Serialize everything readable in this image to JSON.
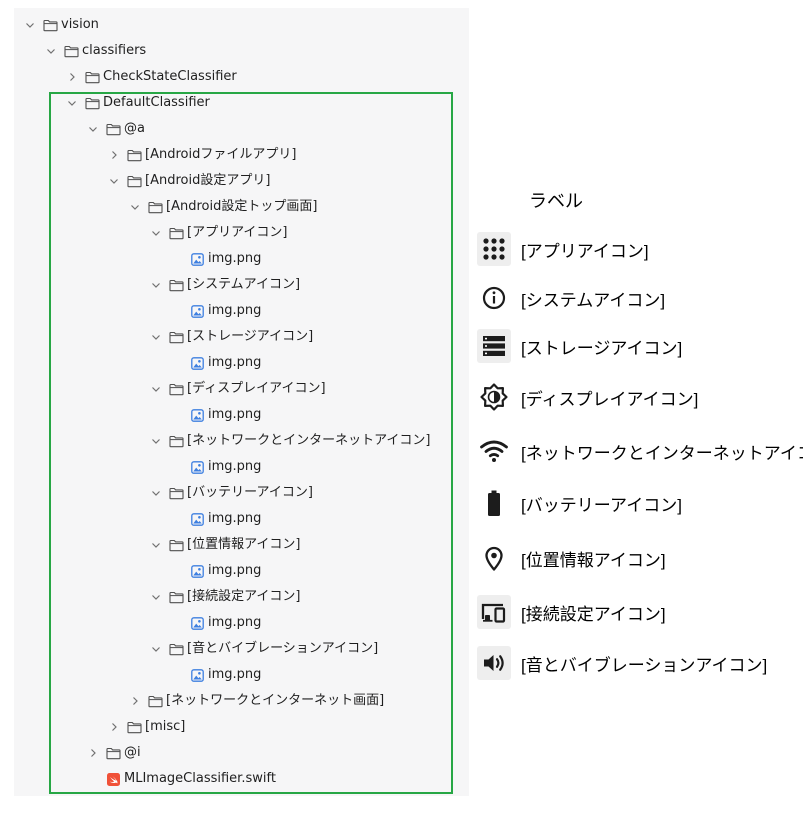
{
  "tree": {
    "rows": [
      {
        "label": "vision",
        "type": "folder",
        "expanded": true
      },
      {
        "label": "classifiers",
        "type": "folder",
        "expanded": true
      },
      {
        "label": "CheckStateClassifier",
        "type": "folder",
        "expanded": false
      },
      {
        "label": "DefaultClassifier",
        "type": "folder",
        "expanded": true
      },
      {
        "label": "@a",
        "type": "folder",
        "expanded": true
      },
      {
        "label": "[Androidファイルアプリ]",
        "type": "folder",
        "expanded": false
      },
      {
        "label": "[Android設定アプリ]",
        "type": "folder",
        "expanded": true
      },
      {
        "label": "[Android設定トップ画面]",
        "type": "folder",
        "expanded": true
      },
      {
        "label": "[アプリアイコン]",
        "type": "folder",
        "expanded": true
      },
      {
        "label": "img.png",
        "type": "image"
      },
      {
        "label": "[システムアイコン]",
        "type": "folder",
        "expanded": true
      },
      {
        "label": "img.png",
        "type": "image"
      },
      {
        "label": "[ストレージアイコン]",
        "type": "folder",
        "expanded": true
      },
      {
        "label": "img.png",
        "type": "image"
      },
      {
        "label": "[ディスプレイアイコン]",
        "type": "folder",
        "expanded": true
      },
      {
        "label": "img.png",
        "type": "image"
      },
      {
        "label": "[ネットワークとインターネットアイコン]",
        "type": "folder",
        "expanded": true
      },
      {
        "label": "img.png",
        "type": "image"
      },
      {
        "label": "[バッテリーアイコン]",
        "type": "folder",
        "expanded": true
      },
      {
        "label": "img.png",
        "type": "image"
      },
      {
        "label": "[位置情報アイコン]",
        "type": "folder",
        "expanded": true
      },
      {
        "label": "img.png",
        "type": "image"
      },
      {
        "label": "[接続設定アイコン]",
        "type": "folder",
        "expanded": true
      },
      {
        "label": "img.png",
        "type": "image"
      },
      {
        "label": "[音とバイブレーションアイコン]",
        "type": "folder",
        "expanded": true
      },
      {
        "label": "img.png",
        "type": "image"
      },
      {
        "label": "[ネットワークとインターネット画面]",
        "type": "folder",
        "expanded": false
      },
      {
        "label": "[misc]",
        "type": "folder",
        "expanded": false
      },
      {
        "label": "@i",
        "type": "folder",
        "expanded": false
      },
      {
        "label": "MLImageClassifier.swift",
        "type": "swift"
      }
    ]
  },
  "legend": {
    "title": "ラベル",
    "items": [
      {
        "icon": "apps-grid-icon",
        "label": "[アプリアイコン]"
      },
      {
        "icon": "info-circle-icon",
        "label": "[システムアイコン]"
      },
      {
        "icon": "storage-icon",
        "label": "[ストレージアイコン]"
      },
      {
        "icon": "brightness-icon",
        "label": "[ディスプレイアイコン]"
      },
      {
        "icon": "wifi-icon",
        "label": "[ネットワークとインターネットアイコン]"
      },
      {
        "icon": "battery-icon",
        "label": "[バッテリーアイコン]"
      },
      {
        "icon": "location-pin-icon",
        "label": "[位置情報アイコン]"
      },
      {
        "icon": "connected-devices-icon",
        "label": "[接続設定アイコン]"
      },
      {
        "icon": "volume-icon",
        "label": "[音とバイブレーションアイコン]"
      }
    ]
  },
  "colors": {
    "highlight_border": "#27a745",
    "panel_background": "#f6f6f7",
    "image_icon": "#3d7fe0",
    "swift_icon": "#f05138",
    "legend_icon_bg": "#eeeeee"
  }
}
